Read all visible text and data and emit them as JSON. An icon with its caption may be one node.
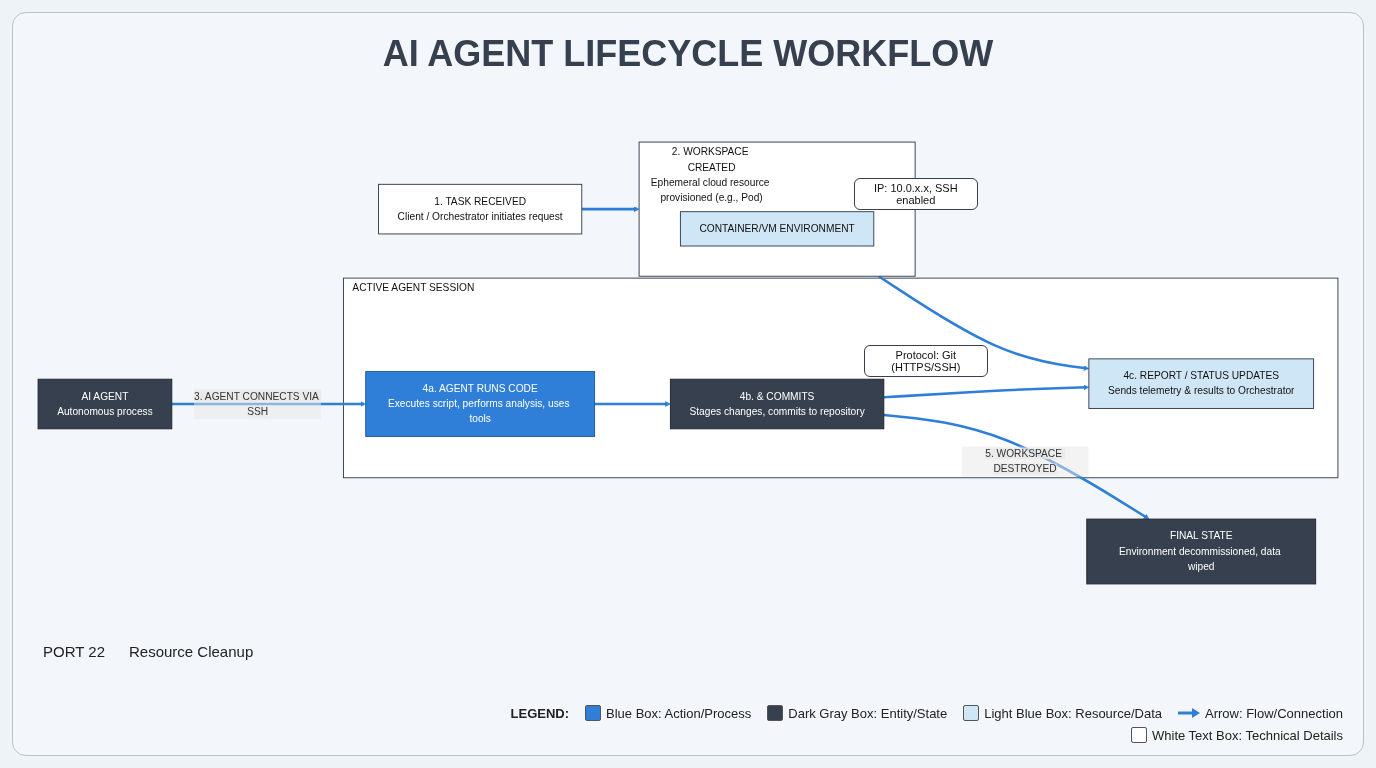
{
  "diagram": {
    "title": "AI AGENT LIFECYCLE WORKFLOW",
    "nodes": [
      {
        "text": [
          "1. TASK RECEIVED",
          "Client / Orchestrator initiates request"
        ]
      },
      {
        "text": [
          "2. WORKSPACE CREATED",
          "Ephemeral cloud resource provisioned (e.g., Pod)"
        ]
      },
      {
        "text": [
          "CONTAINER/VM ENVIRONMENT"
        ],
        "in": 1,
        "beside": [
          "IP: 10.0.x.x, SSH enabled"
        ]
      },
      {
        "text": [
          "AI AGENT",
          "Autonomous process"
        ]
      },
      {
        "text": [
          "ACTIVE AGENT SESSION"
        ]
      },
      {
        "text": [
          "4a. AGENT RUNS CODE",
          "Executes script, performs analysis, uses tools"
        ],
        "in": 4
      },
      {
        "text": [
          "4b. & COMMITS",
          "Stages changes, commits to repository"
        ],
        "in": 4,
        "beside": [
          "Protocol: Git (HTTPS/SSH)"
        ]
      },
      {
        "text": [
          "4c. REPORT / STATUS UPDATES",
          "Sends telemetry & results to Orchestrator"
        ],
        "in": 4
      },
      {
        "text": [
          "FINAL STATE",
          "Environment decommissioned, data wiped"
        ]
      }
    ],
    "edges": [
      {
        "from": 0,
        "to": 1,
        "arrow": "to"
      },
      {
        "from": 3,
        "to": 5,
        "arrow": "to",
        "label": "3. AGENT CONNECTS VIA SSH"
      },
      {
        "from": 5,
        "to": 6,
        "arrow": "to"
      },
      {
        "from": 6,
        "to": 7,
        "arrow": "to"
      },
      {
        "from": 1,
        "to": 7,
        "arrow": "to"
      },
      {
        "from": 6,
        "to": 8,
        "arrow": "to",
        "label": "5. WORKSPACE DESTROYED"
      }
    ],
    "labels": [
      "PORT 22",
      "Resource Cleanup",
      "LEGEND:"
    ],
    "legend": [
      {
        "text": "Blue Box: Action/Process",
        "color": "#2f7fd8"
      },
      {
        "text": "Dark Gray Box: Entity/State",
        "color": "#36404e"
      },
      {
        "text": "Light Blue Box: Resource/Data",
        "color": "#cfe6f7"
      },
      {
        "text": "Arrow: Flow/Connection"
      },
      {
        "text": "White Text Box: Technical Details",
        "color": "#ffffff"
      }
    ]
  }
}
